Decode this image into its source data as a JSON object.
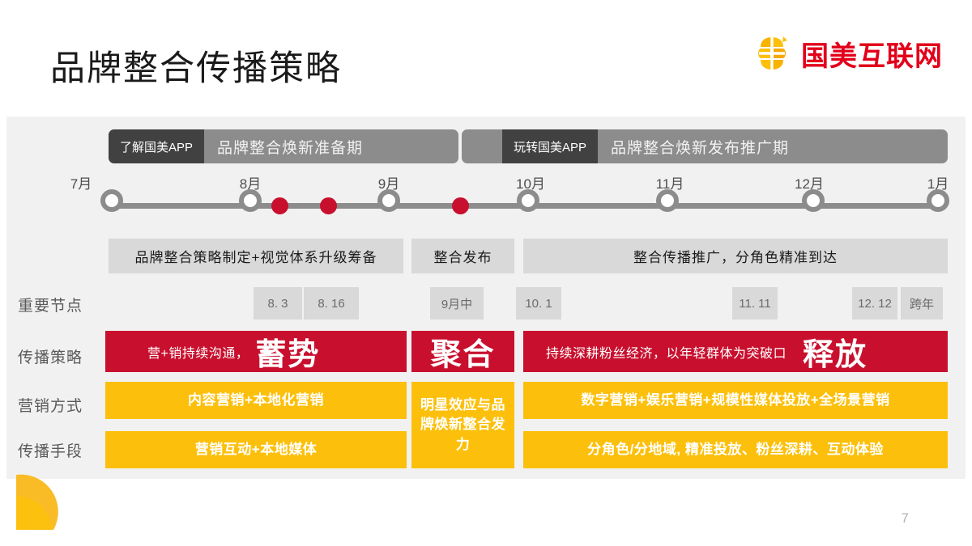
{
  "header": {
    "title": "品牌整合传播策略",
    "logo_text": "国美互联网",
    "logo_icon": "gome-flower-icon",
    "brand_red": "#e2001a",
    "brand_yellow": "#fcc00c"
  },
  "phases": [
    {
      "tag": "了解国美APP",
      "name": "品牌整合焕新准备期"
    },
    {
      "tag": "玩转国美APP",
      "name": "品牌整合焕新发布推广期"
    }
  ],
  "timeline": {
    "months": [
      "7月",
      "8月",
      "9月",
      "10月",
      "11月",
      "12月",
      "1月"
    ],
    "event_dots": 3
  },
  "stage_boxes": [
    "品牌整合策略制定+视觉体系升级筹备",
    "整合发布",
    "整合传播推广，分角色精准到达"
  ],
  "rows": {
    "milestones_label": "重要节点",
    "strategy_label": "传播策略",
    "marketing_label": "营销方式",
    "channel_label": "传播手段"
  },
  "milestones": [
    "8. 3",
    "8. 16",
    "9月中",
    "10. 1",
    "11. 11",
    "12. 12",
    "跨年"
  ],
  "strategy": [
    {
      "small": "营+销持续沟通，",
      "big": "蓄势"
    },
    {
      "small": "",
      "big": "聚合"
    },
    {
      "small": "持续深耕粉丝经济，以年轻群体为突破口",
      "big": "释放"
    }
  ],
  "marketing": [
    "内容营销+本地化营销",
    "明星效应与品牌焕新整合发力",
    "数字营销+娱乐营销+规模性媒体投放+全场景营销"
  ],
  "channels": [
    "营销互动+本地媒体",
    "分角色/分地域, 精准投放、粉丝深耕、互动体验"
  ],
  "footer": {
    "page_number": "7"
  }
}
